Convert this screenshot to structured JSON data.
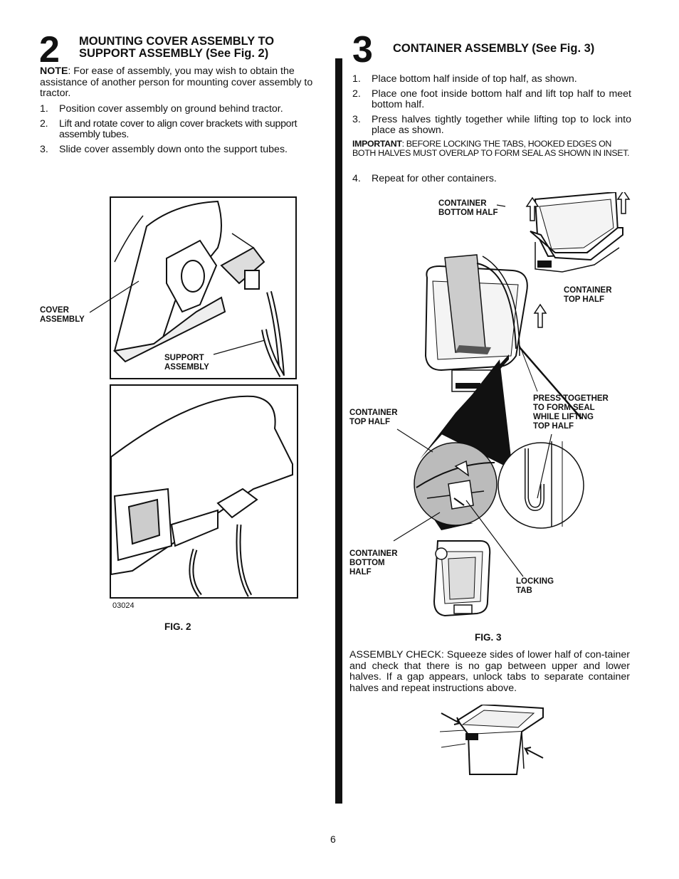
{
  "step2": {
    "number": "2",
    "title_line1": "MOUNTING COVER ASSEMBLY TO",
    "title_line2": "SUPPORT ASSEMBLY (See Fig. 2)",
    "note_label": "NOTE",
    "note_text": ":  For ease of assembly, you may wish to obtain the assistance of another person for mounting cover assembly to tractor.",
    "items": [
      {
        "num": "1.",
        "text": "Position cover assembly on ground behind tractor."
      },
      {
        "num": "2.",
        "text": "Lift and rotate cover to align cover brackets with support assembly tubes."
      },
      {
        "num": "3.",
        "text": "Slide cover assembly down onto the support tubes."
      }
    ],
    "figure": {
      "label_cover": "COVER\nASSEMBLY",
      "label_support": "SUPPORT\nASSEMBLY",
      "part_code": "03024",
      "caption": "FIG. 2"
    }
  },
  "step3": {
    "number": "3",
    "title": "CONTAINER ASSEMBLY (See Fig. 3)",
    "items": [
      {
        "num": "1.",
        "text": "Place bottom half inside of top half, as shown."
      },
      {
        "num": "2.",
        "text": "Place one foot inside bottom half and lift top half to meet bottom half."
      },
      {
        "num": "3.",
        "text": "Press halves tightly together while lifting top to lock into place as shown."
      }
    ],
    "important_label": "IMPORTANT",
    "important_text": ": BEFORE LOCKING THE TABS, HOOKED EDGES ON BOTH HALVES MUST OVERLAP TO FORM SEAL AS SHOWN IN INSET.",
    "item4": {
      "num": "4.",
      "text": "Repeat for other containers."
    },
    "figure": {
      "label_bottom_half_top": "CONTAINER\nBOTTOM HALF",
      "label_top_half_right": "CONTAINER\nTOP HALF",
      "label_press": "PRESS TOGETHER\nTO FORM SEAL\nWHILE LIFTING\nTOP HALF",
      "label_top_half_left": "CONTAINER\nTOP HALF",
      "label_bottom_half_left": "CONTAINER\nBOTTOM\nHALF",
      "label_locking_tab": "LOCKING\nTAB",
      "caption": "FIG. 3"
    },
    "check_text": "ASSEMBLY CHECK: Squeeze sides of lower half of con-tainer and check that there is no gap between upper and lower halves.  If a gap appears, unlock tabs to separate container halves and repeat instructions above."
  },
  "page_number": "6"
}
